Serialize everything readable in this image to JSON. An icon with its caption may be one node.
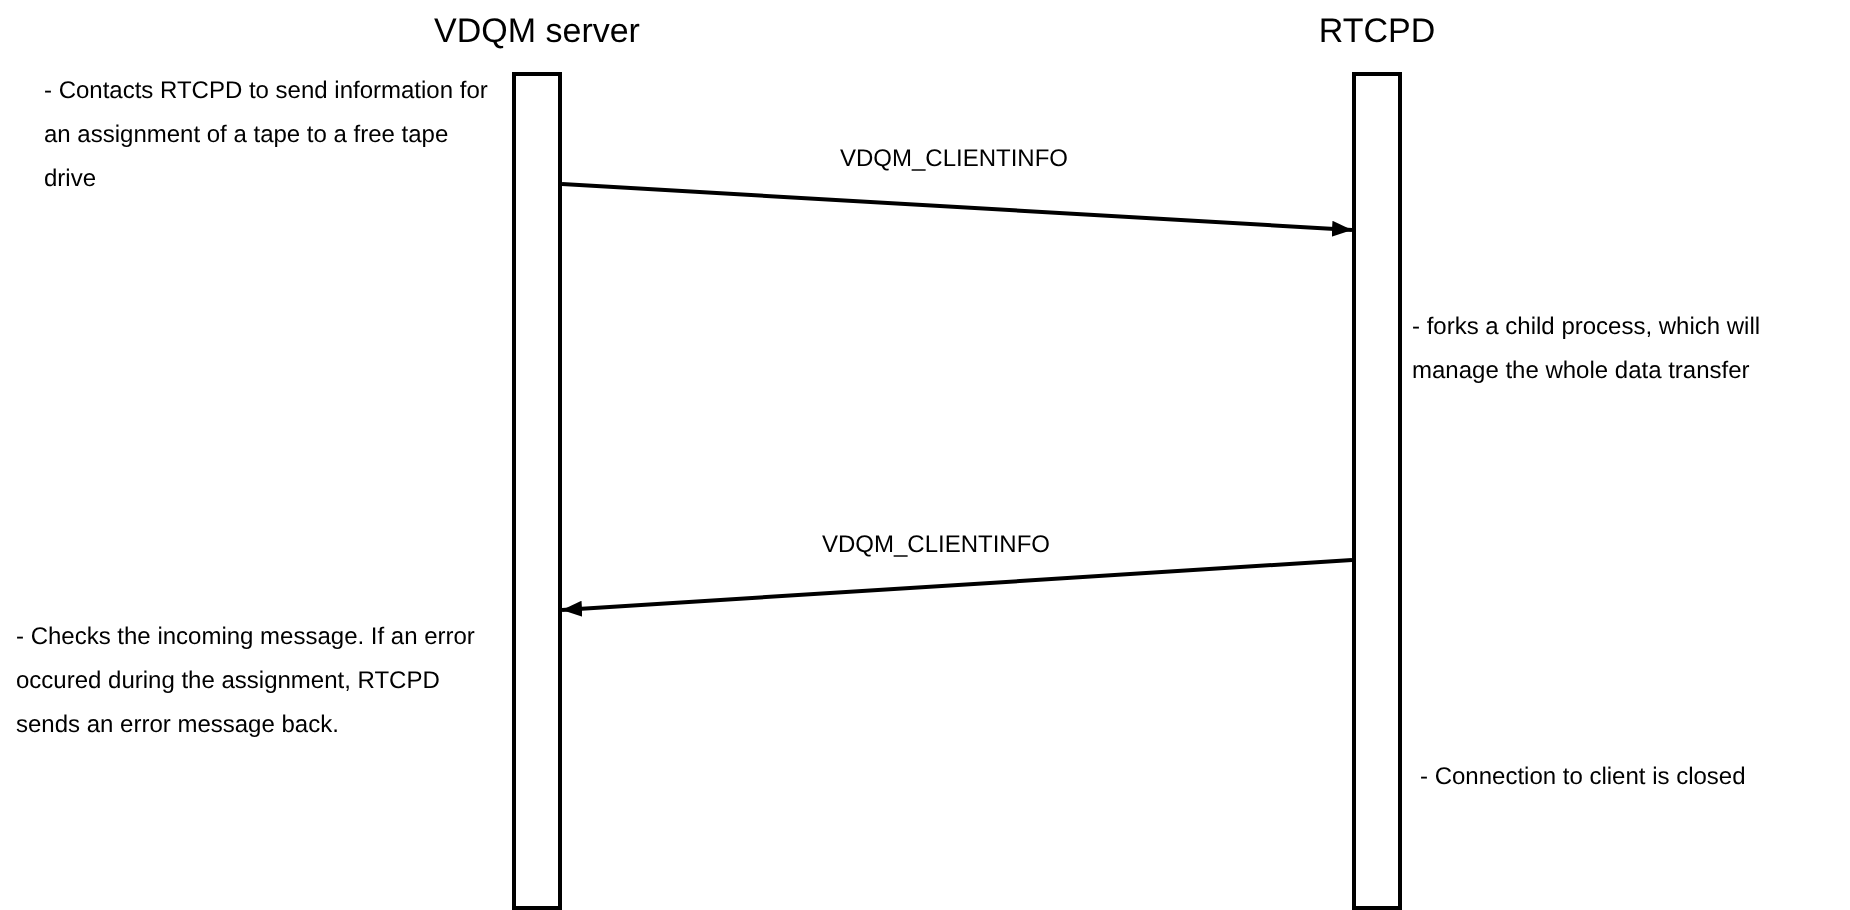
{
  "diagram": {
    "nodes": [
      {
        "text": [
          "VDQM server"
        ],
        "beside": [
          "- Contacts RTCPD to send information for an assignment of a tape to a free tape drive",
          "- Checks the incoming message. If an error occured during the assignment, RTCPD sends an error message back."
        ]
      },
      {
        "text": [
          "RTCPD"
        ],
        "beside": [
          "- forks a child process, which will manage the whole data transfer",
          "- Connection to client is closed"
        ]
      }
    ],
    "edges": [
      {
        "from": 0,
        "to": 1,
        "arrow": "to",
        "label": "VDQM_CLIENTINFO"
      },
      {
        "from": 1,
        "to": 0,
        "arrow": "to",
        "label": "VDQM_CLIENTINFO"
      }
    ]
  }
}
